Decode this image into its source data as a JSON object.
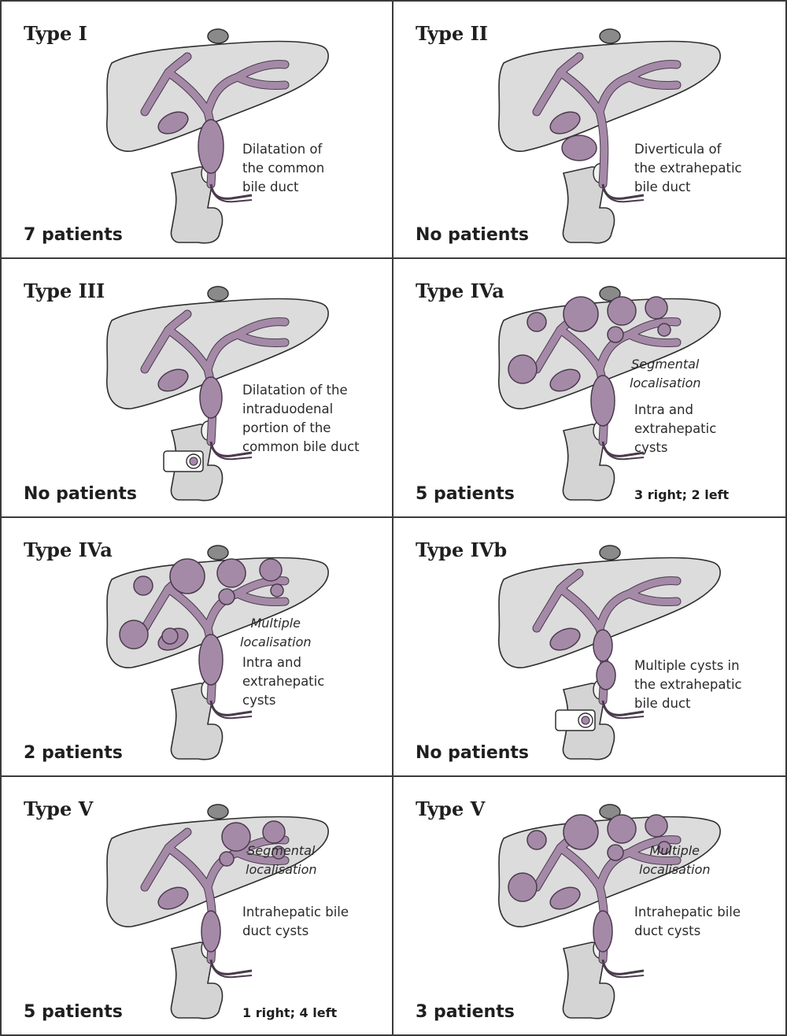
{
  "colors": {
    "liver_fill": "#dcdcdc",
    "liver_stroke": "#2e2e2e",
    "duct": "#a58aa8",
    "duct_stroke": "#4a3a4c",
    "duodenum": "#d4d4d4",
    "border": "#3a3a3a"
  },
  "panels": [
    {
      "title": "Type I",
      "count": "7 patients",
      "description": [
        "Dilatation of",
        "the common",
        "bile duct"
      ],
      "localisation": [],
      "side_note": "",
      "variant": "type1"
    },
    {
      "title": "Type II",
      "count": "No patients",
      "description": [
        "Diverticula of",
        "the extrahepatic",
        "bile duct"
      ],
      "localisation": [],
      "side_note": "",
      "variant": "type2"
    },
    {
      "title": "Type III",
      "count": "No patients",
      "description": [
        "Dilatation of the",
        "intraduodenal",
        "portion of the",
        "common bile duct"
      ],
      "localisation": [],
      "side_note": "",
      "variant": "type3"
    },
    {
      "title": "Type IVa",
      "count": "5 patients",
      "description": [
        "Intra and",
        "extrahepatic",
        "cysts"
      ],
      "localisation": [
        "Segmental",
        "localisation"
      ],
      "side_note": "3 right; 2 left",
      "variant": "type4a-seg"
    },
    {
      "title": "Type IVa",
      "count": "2 patients",
      "description": [
        "Intra and",
        "extrahepatic",
        "cysts"
      ],
      "localisation": [
        "Multiple",
        "localisation"
      ],
      "side_note": "",
      "variant": "type4a-mult"
    },
    {
      "title": "Type IVb",
      "count": "No patients",
      "description": [
        "Multiple cysts in",
        "the extrahepatic",
        "bile duct"
      ],
      "localisation": [],
      "side_note": "",
      "variant": "type4b"
    },
    {
      "title": "Type V",
      "count": "5 patients",
      "description": [
        "Intrahepatic bile",
        "duct cysts"
      ],
      "localisation": [
        "Segmental",
        "localisation"
      ],
      "side_note": "1 right; 4 left",
      "variant": "type5-seg"
    },
    {
      "title": "Type V",
      "count": "3 patients",
      "description": [
        "Intrahepatic bile",
        "duct cysts"
      ],
      "localisation": [
        "Multiple",
        "localisation"
      ],
      "side_note": "",
      "variant": "type5-mult"
    }
  ]
}
